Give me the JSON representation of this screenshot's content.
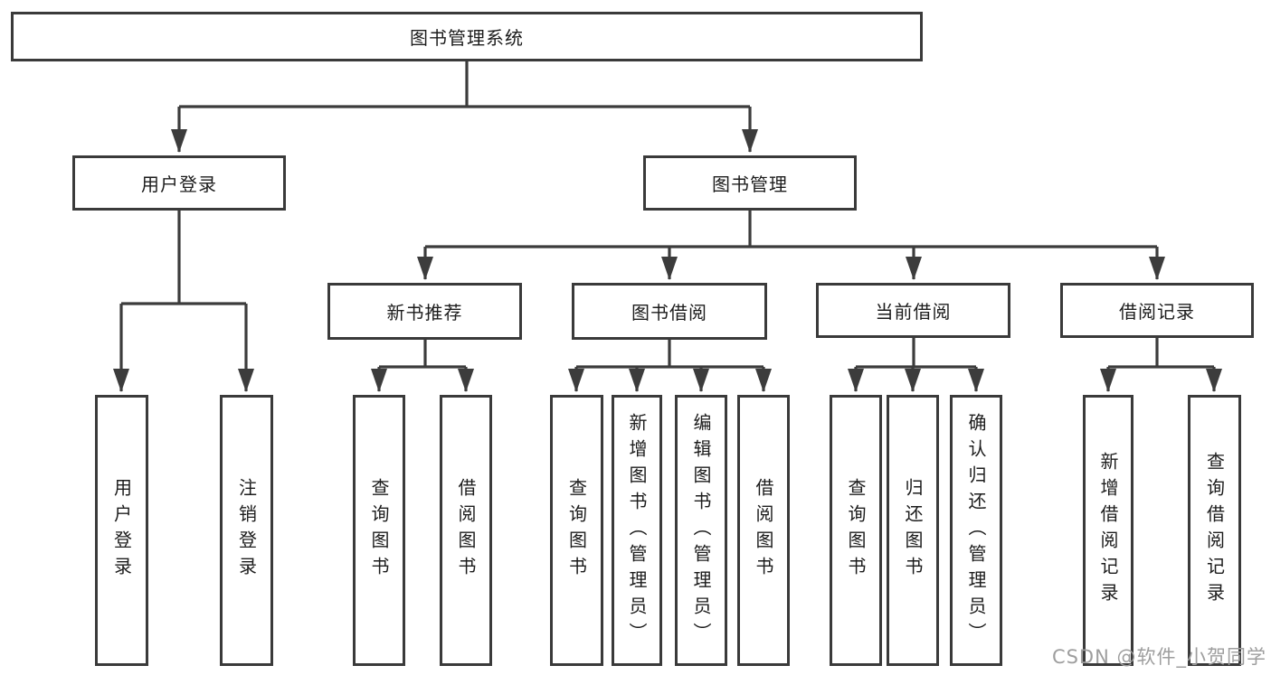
{
  "diagram_type": "hierarchy-tree",
  "tree": {
    "label": "图书管理系统",
    "children": [
      {
        "label": "用户登录",
        "children": [
          {
            "label": "用户登录"
          },
          {
            "label": "注销登录"
          }
        ]
      },
      {
        "label": "图书管理",
        "children": [
          {
            "label": "新书推荐",
            "children": [
              {
                "label": "查询图书"
              },
              {
                "label": "借阅图书"
              }
            ]
          },
          {
            "label": "图书借阅",
            "children": [
              {
                "label": "查询图书"
              },
              {
                "label": "新增图书（管理员）"
              },
              {
                "label": "编辑图书（管理员）"
              },
              {
                "label": "借阅图书"
              }
            ]
          },
          {
            "label": "当前借阅",
            "children": [
              {
                "label": "查询图书"
              },
              {
                "label": "归还图书"
              },
              {
                "label": "确认归还（管理员）"
              }
            ]
          },
          {
            "label": "借阅记录",
            "children": [
              {
                "label": "新增借阅记录"
              },
              {
                "label": "查询借阅记录"
              }
            ]
          }
        ]
      }
    ]
  },
  "watermark": {
    "text": "CSDN @软件_小贺同学"
  },
  "colors": {
    "background": "#ffffff",
    "box_border": "#3a3a3a",
    "connector": "#3c3c3c",
    "text": "#1c1c1c",
    "watermark": "#9e9e9e"
  }
}
